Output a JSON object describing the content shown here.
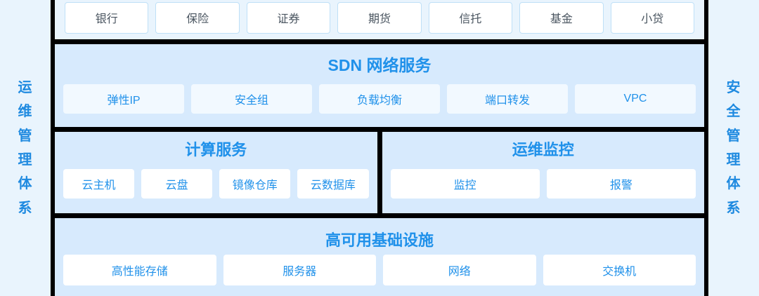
{
  "side_labels": {
    "left": {
      "name": "运维管理体系",
      "chars": [
        "运",
        "维",
        "管",
        "理",
        "体",
        "系"
      ]
    },
    "right": {
      "name": "安全管理体系",
      "chars": [
        "安",
        "全",
        "管",
        "理",
        "体",
        "系"
      ]
    }
  },
  "colors": {
    "page_background": "#e9f4fd",
    "panel_background": "#d7eafd",
    "accent_text": "#2091ea",
    "side_label_text": "#1f8ae0",
    "chip_text": "#4a5560",
    "chip_background": "#ffffff",
    "chip_border": "#bfe0f7",
    "sdn_card_background": "#f2f9ff",
    "card_background": "#ffffff",
    "rule": "#000000"
  },
  "industry_row": {
    "chips": [
      {
        "label": "银行"
      },
      {
        "label": "保险"
      },
      {
        "label": "证券"
      },
      {
        "label": "期货"
      },
      {
        "label": "信托"
      },
      {
        "label": "基金"
      },
      {
        "label": "小贷"
      }
    ]
  },
  "sdn": {
    "title": "SDN 网络服务",
    "items": [
      {
        "label": "弹性IP"
      },
      {
        "label": "安全组"
      },
      {
        "label": "负载均衡"
      },
      {
        "label": "端口转发"
      },
      {
        "label": "VPC"
      }
    ]
  },
  "compute": {
    "title": "计算服务",
    "items": [
      {
        "label": "云主机"
      },
      {
        "label": "云盘"
      },
      {
        "label": "镜像仓库"
      },
      {
        "label": "云数据库"
      }
    ]
  },
  "ops_monitor": {
    "title": "运维监控",
    "items": [
      {
        "label": "监控"
      },
      {
        "label": "报警"
      }
    ]
  },
  "infrastructure": {
    "title": "高可用基础设施",
    "items": [
      {
        "label": "高性能存储"
      },
      {
        "label": "服务器"
      },
      {
        "label": "网络"
      },
      {
        "label": "交换机"
      }
    ]
  }
}
